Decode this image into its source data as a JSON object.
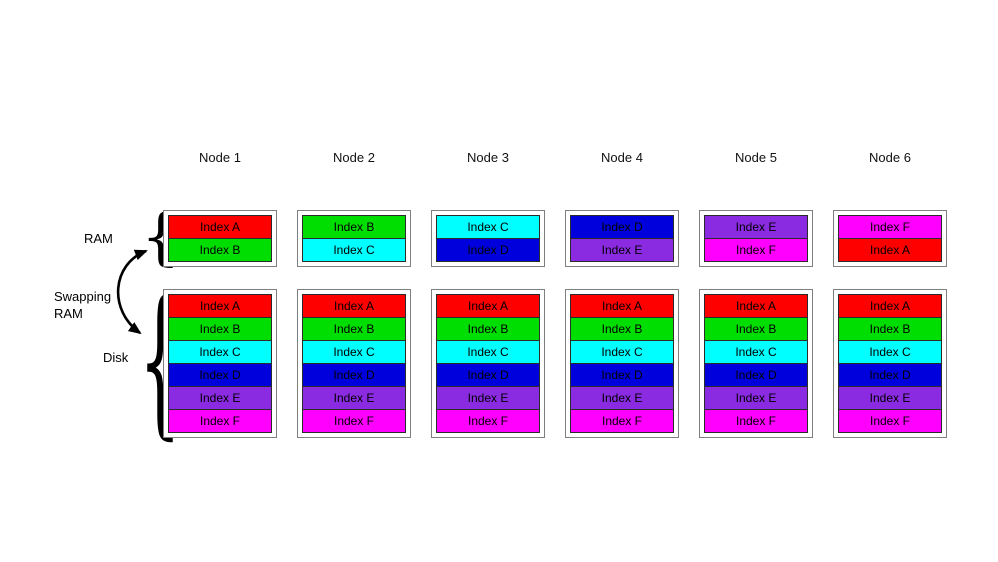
{
  "labels": {
    "ram": "RAM",
    "swapping_line1": "Swapping",
    "swapping_line2": "RAM",
    "disk": "Disk"
  },
  "index_colors": {
    "Index A": "#ff0000",
    "Index B": "#00dd00",
    "Index C": "#00ffff",
    "Index D": "#0000dd",
    "Index E": "#8a2be2",
    "Index F": "#ff00ff"
  },
  "nodes": [
    {
      "title": "Node 1",
      "ram": [
        "Index A",
        "Index B"
      ],
      "disk": [
        "Index A",
        "Index B",
        "Index C",
        "Index D",
        "Index E",
        "Index F"
      ]
    },
    {
      "title": "Node 2",
      "ram": [
        "Index B",
        "Index C"
      ],
      "disk": [
        "Index A",
        "Index B",
        "Index C",
        "Index D",
        "Index E",
        "Index F"
      ]
    },
    {
      "title": "Node 3",
      "ram": [
        "Index C",
        "Index D"
      ],
      "disk": [
        "Index A",
        "Index B",
        "Index C",
        "Index D",
        "Index E",
        "Index F"
      ]
    },
    {
      "title": "Node 4",
      "ram": [
        "Index D",
        "Index E"
      ],
      "disk": [
        "Index A",
        "Index B",
        "Index C",
        "Index D",
        "Index E",
        "Index F"
      ]
    },
    {
      "title": "Node 5",
      "ram": [
        "Index E",
        "Index F"
      ],
      "disk": [
        "Index A",
        "Index B",
        "Index C",
        "Index D",
        "Index E",
        "Index F"
      ]
    },
    {
      "title": "Node 6",
      "ram": [
        "Index F",
        "Index A"
      ],
      "disk": [
        "Index A",
        "Index B",
        "Index C",
        "Index D",
        "Index E",
        "Index F"
      ]
    }
  ]
}
